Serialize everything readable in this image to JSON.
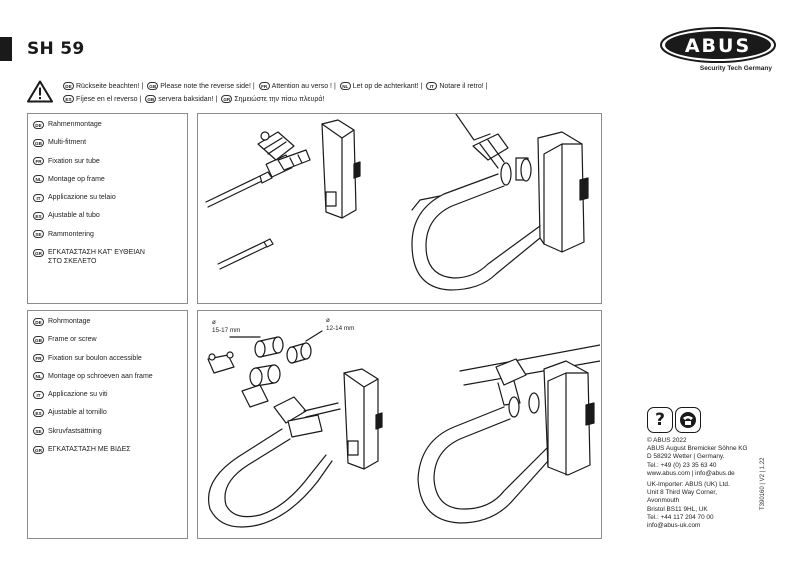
{
  "header": {
    "model": "SH 59",
    "logo_text": "ABUS",
    "tagline": "Security Tech Germany"
  },
  "notes": [
    {
      "code": "DE",
      "text": "Rückseite beachten!"
    },
    {
      "code": "GB",
      "text": "Please note the reverse side!"
    },
    {
      "code": "FR",
      "text": "Attention au verso !"
    },
    {
      "code": "NL",
      "text": "Let op de achterkant!"
    },
    {
      "code": "IT",
      "text": "Notare il retro!"
    },
    {
      "code": "ES",
      "text": "Fíjese en el reverso"
    },
    {
      "code": "GB",
      "text": "servera baksidan!"
    },
    {
      "code": "GR",
      "text": "Σημειώστε την πίσω πλευρά!"
    }
  ],
  "section1": {
    "items": [
      {
        "code": "DE",
        "text": "Rahmenmontage"
      },
      {
        "code": "GB",
        "text": "Multi-fitment"
      },
      {
        "code": "FR",
        "text": "Fixation sur tube"
      },
      {
        "code": "NL",
        "text": "Montage op frame"
      },
      {
        "code": "IT",
        "text": "Applicazione su telaio"
      },
      {
        "code": "ES",
        "text": "Ajustable al tubo"
      },
      {
        "code": "SE",
        "text": "Rammontering"
      },
      {
        "code": "GR",
        "text": "ΕΓΚΑΤΑΣΤΑΣΗ ΚΑΤ' ΕΥΘΕΙΑΝ\nΣΤΟ ΣΚΕΛΕΤΟ"
      }
    ]
  },
  "section2": {
    "items": [
      {
        "code": "DE",
        "text": "Rohrmontage"
      },
      {
        "code": "GB",
        "text": "Frame or screw"
      },
      {
        "code": "FR",
        "text": "Fixation sur boulon accessible"
      },
      {
        "code": "NL",
        "text": "Montage op schroeven aan frame"
      },
      {
        "code": "IT",
        "text": "Applicazione su viti"
      },
      {
        "code": "ES",
        "text": "Ajustable al tornillo"
      },
      {
        "code": "SE",
        "text": "Skruvfastsättning"
      },
      {
        "code": "GR",
        "text": "ΕΓΚΑΤΑΣΤΑΣΗ ΜΕ ΒΙΔΕΣ"
      }
    ],
    "dim1": "ø\n15-17 mm",
    "dim2": "ø\n12-14 mm"
  },
  "imprint": {
    "lines_a": [
      "© ABUS 2022",
      "ABUS August Bremicker Söhne KG",
      "D 58292 Wetter | Germany.",
      "Tel.: +49 (0) 23 35 63 40",
      "www.abus.com | info@abus.de"
    ],
    "lines_b": [
      "UK-Importer: ABUS (UK) Ltd.",
      "Unit 8 Third Way Corner,",
      "Avonmouth",
      "Bristol BS11 9HL, UK",
      "Tel.: +44 117 204 70 00",
      "info@abus-uk.com"
    ],
    "doc_code": "T390160 | V2 | 1.22"
  },
  "colors": {
    "panel_border": "#8c8c8c",
    "ink": "#1a1a1a"
  }
}
